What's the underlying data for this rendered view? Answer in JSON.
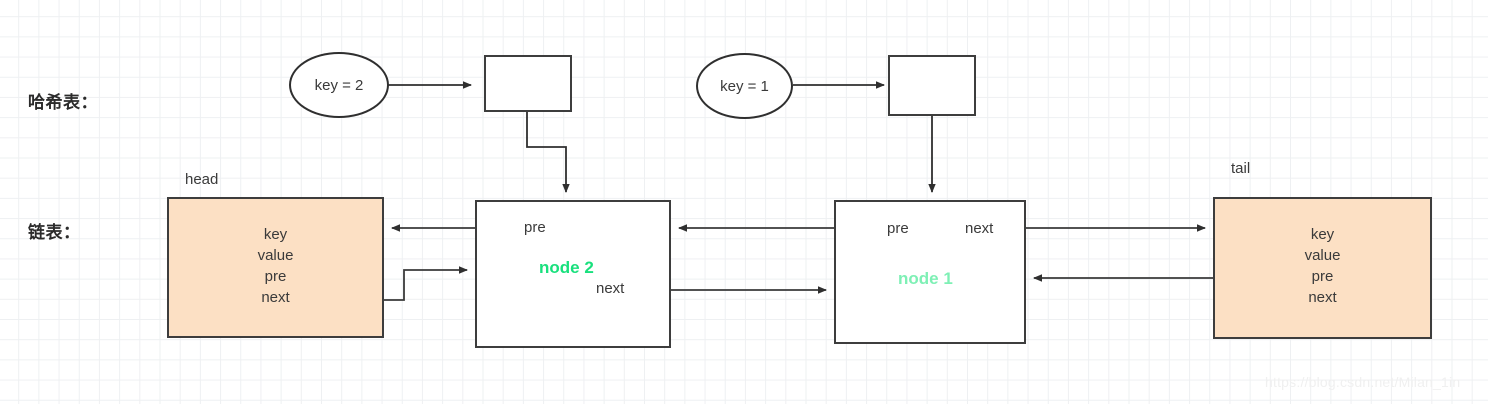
{
  "diagram": {
    "title_hash_table": "哈希表：",
    "title_linked_list": "链表："
  },
  "hash_table": {
    "entries": [
      {
        "key_label": "key = 2",
        "bucket_target": "node 2"
      },
      {
        "key_label": "key = 1",
        "bucket_target": "node 1"
      }
    ]
  },
  "linked_list": {
    "head_caption": "head",
    "tail_caption": "tail",
    "sentinel_fields": [
      "key",
      "value",
      "pre",
      "next"
    ],
    "nodes": [
      {
        "name": "node 2",
        "color": "#19e07d",
        "pre_label": "pre",
        "next_label": "next"
      },
      {
        "name": "node 1",
        "color": "#7ef0b5",
        "pre_label": "pre",
        "next_label": "next"
      }
    ]
  },
  "watermark": {
    "text": "https://blog.csdn.net/Milan_1in"
  },
  "colors": {
    "sentinel_fill": "#fce0c4",
    "stroke": "#3d3d3d",
    "grid": "#eef0f2",
    "text": "#3a3a3a"
  }
}
